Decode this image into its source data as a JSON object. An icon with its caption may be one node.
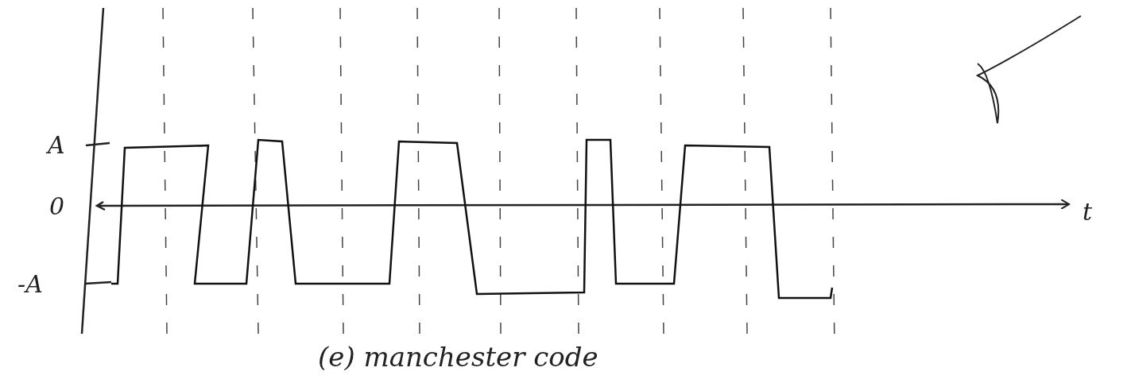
{
  "diagram": {
    "caption": "(e) manchester code",
    "labels": [
      "A",
      "0",
      "-A",
      "t"
    ]
  }
}
